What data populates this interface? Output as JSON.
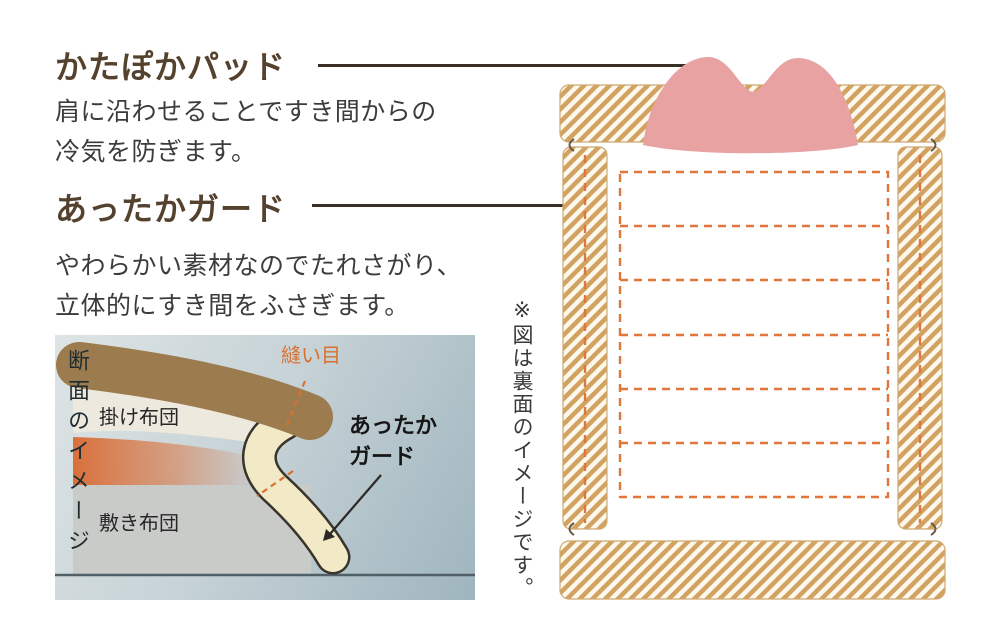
{
  "colors": {
    "title_brown": "#55422e",
    "body_text": "#3c3c3c",
    "leader_line": "#3a2f26",
    "hatch_stripe": "#d1a260",
    "hatch_bg": "#fcf8ed",
    "hatch_edge": "#cfa86f",
    "seam_dash_orange": "#e0763a",
    "pad_pink": "#e9a2a2",
    "guard_cream": "#f2eac6",
    "guard_outline": "#39342c",
    "duvet_brown": "#9c7b4e",
    "duvet_fill_white": "#ede9de",
    "mattress_gray": "#c9cbc9",
    "heat_orange": "#d96a33",
    "inset_label": "#1e2b31",
    "seam_label_orange": "#d9702f",
    "floor_line": "#515f66",
    "inset_bg_light": "#dde4e5",
    "inset_bg_dark": "#9fb5be"
  },
  "features": {
    "pad": {
      "title": "かたぽかパッド",
      "desc_line1": "肩に沿わせることですき間からの",
      "desc_line2": "冷気を防ぎます。"
    },
    "guard": {
      "title": "あったかガード",
      "desc_line1": "やわらかい素材なのでたれさがり、",
      "desc_line2": "立体的にすき間をふさぎます。"
    }
  },
  "inset": {
    "side_label": "断面のイメージ",
    "duvet_label": "掛け布団",
    "mattress_label": "敷き布団",
    "seam_label": "縫い目",
    "guard_label_line1": "あったか",
    "guard_label_line2": "ガード"
  },
  "main_diagram": {
    "note": "※図は裏面のイメージです。"
  }
}
